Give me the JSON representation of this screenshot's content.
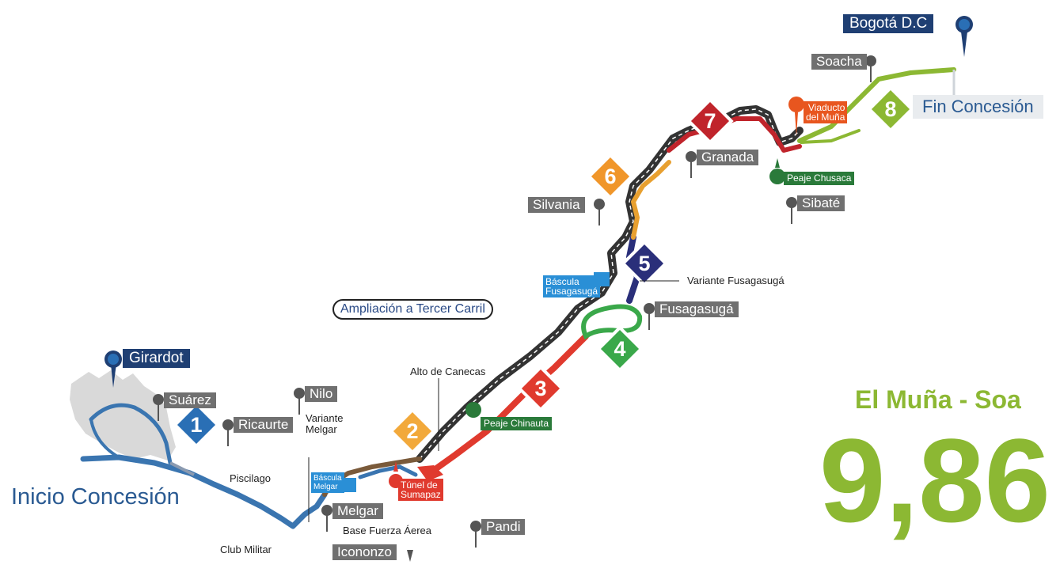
{
  "route": {
    "start_label": "Inicio Concesión",
    "end_label": "Fin Concesión",
    "widening_label": "Ampliación a Tercer Carril"
  },
  "cities": {
    "girardot": "Girardot",
    "bogota": "Bogotá D.C"
  },
  "towns": {
    "suarez": "Suárez",
    "ricaurte": "Ricaurte",
    "nilo": "Nilo",
    "melgar": "Melgar",
    "icononzo": "Icononzo",
    "pandi": "Pandi",
    "fusagasuga": "Fusagasugá",
    "silvania": "Silvania",
    "granada": "Granada",
    "sibate": "Sibaté",
    "soacha": "Soacha"
  },
  "places": {
    "piscilago": "Piscilago",
    "club_militar": "Club Militar",
    "variante_melgar": "Variante\nMelgar",
    "base_fuerza_aerea": "Base Fuerza Áerea",
    "alto_de_canecas": "Alto de Canecas",
    "variante_fusagasuga": "Variante Fusagasugá"
  },
  "facilities": {
    "bascula_melgar": "Báscula\nMelgar",
    "tunel_sumapaz": "Túnel de\nSumapaz",
    "peaje_chinauta": "Peaje Chinauta",
    "bascula_fusagasuga": "Báscula\nFusagasugá",
    "peaje_chusaca": "Peaje Chusaca",
    "viaducto_muna": "Viaducto\ndel Muña"
  },
  "stages": [
    {
      "num": "1",
      "color": "#2a6fb5"
    },
    {
      "num": "2",
      "color": "#f2a93b"
    },
    {
      "num": "3",
      "color": "#e03a2e"
    },
    {
      "num": "4",
      "color": "#3aa84a"
    },
    {
      "num": "5",
      "color": "#2a2f7a"
    },
    {
      "num": "6",
      "color": "#f0962a"
    },
    {
      "num": "7",
      "color": "#c0242b"
    },
    {
      "num": "8",
      "color": "#8cb833"
    }
  ],
  "summary": {
    "segment_title": "El Muña - Soa",
    "distance": "9,86"
  },
  "colors": {
    "stage_1": "#3a75b0",
    "stage_2": "#7a5a3a",
    "stage_3": "#e03a2e",
    "stage_4": "#3aa84a",
    "stage_5": "#2a2f7a",
    "stage_6": "#e8a030",
    "stage_7": "#c0242b",
    "stage_8": "#8cb833",
    "widening": "#333333",
    "marker": "#555555"
  }
}
